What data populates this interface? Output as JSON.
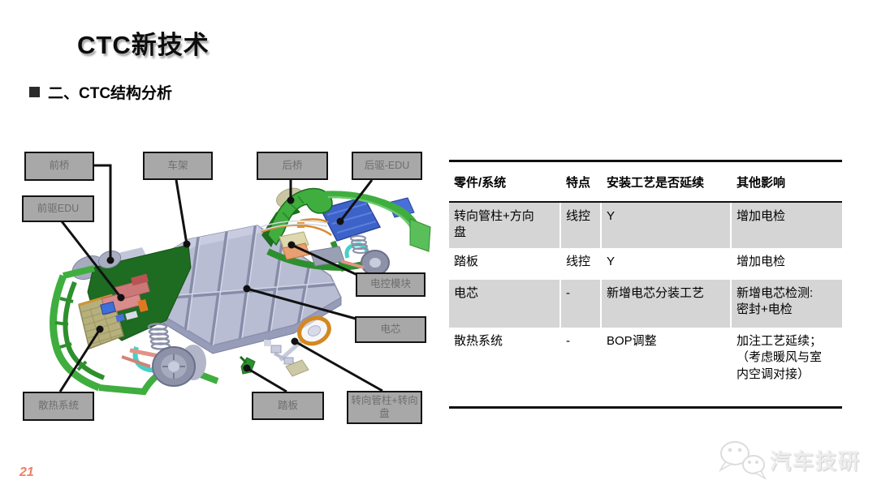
{
  "slide": {
    "title": "CTC新技术",
    "section": "二、CTC结构分析",
    "page_number": "21",
    "watermark": "汽车技研"
  },
  "diagram": {
    "callouts": [
      {
        "id": "front-axle",
        "label": "前桥"
      },
      {
        "id": "front-edu",
        "label": "前驱EDU"
      },
      {
        "id": "frame",
        "label": "车架"
      },
      {
        "id": "rear-axle",
        "label": "后桥"
      },
      {
        "id": "rear-edu",
        "label": "后驱-EDU"
      },
      {
        "id": "control-module",
        "label": "电控模块"
      },
      {
        "id": "battery-cell",
        "label": "电芯"
      },
      {
        "id": "cooling-system",
        "label": "散热系统"
      },
      {
        "id": "pedal",
        "label": "踏板"
      },
      {
        "id": "steering-column",
        "label": "转向管柱+转向盘"
      }
    ]
  },
  "table": {
    "headers": [
      "零件/系统",
      "特点",
      "安装工艺是否延续",
      "其他影响"
    ],
    "rows": [
      [
        "转向管柱+方向\n盘",
        "线控",
        "Y",
        "增加电检"
      ],
      [
        "踏板",
        "线控",
        "Y",
        "增加电检"
      ],
      [
        "电芯",
        "-",
        "新增电芯分装工艺",
        "新增电芯检测:\n密封+电检"
      ],
      [
        "散热系统",
        "-",
        "BOP调整",
        "加注工艺延续；\n（考虑暖风与室\n内空调对接）"
      ]
    ]
  },
  "colors": {
    "row_shading": "#d5d5d5",
    "callout_fill": "#a8a8a8",
    "callout_border": "#141414",
    "page_number": "#ef8065",
    "chassis_green": "#3fae3f",
    "battery_pan": "#b9bdd3",
    "rear_edu_blue": "#3e63c8",
    "steering_wheel_orange": "#d4881f"
  }
}
